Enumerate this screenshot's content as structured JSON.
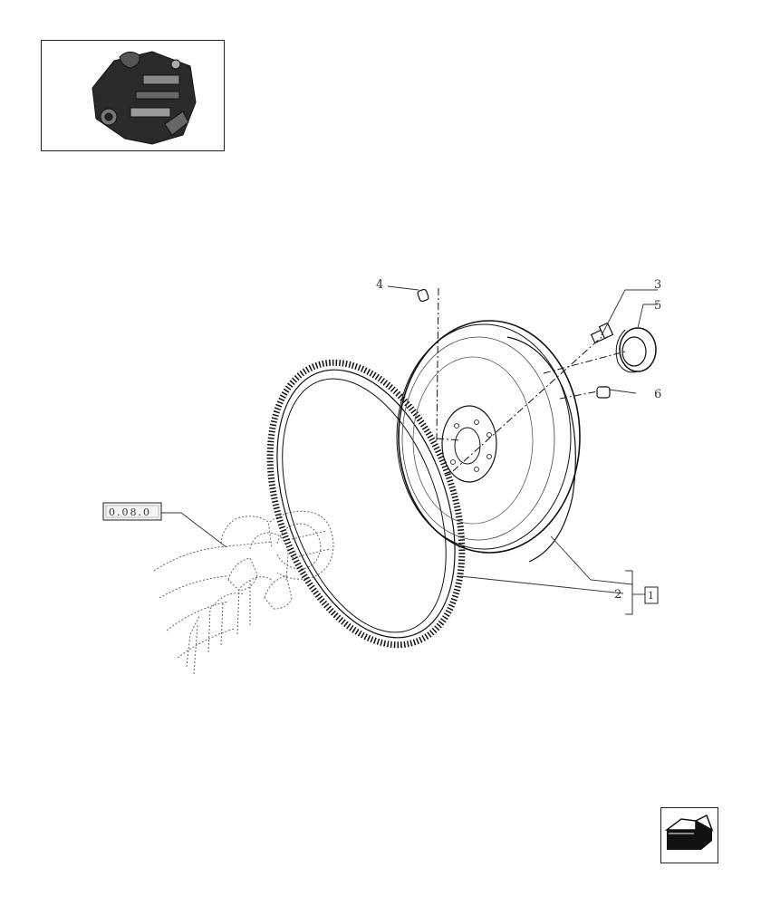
{
  "callouts": {
    "c2": "2",
    "c3": "3",
    "c4": "4",
    "c5": "5",
    "c6": "6"
  },
  "ref_box_label": "0.08.0",
  "group_box_label": "1",
  "icons": {
    "thumbnail": "engine-thumbnail-icon",
    "next_page": "next-page-arrow-icon"
  }
}
